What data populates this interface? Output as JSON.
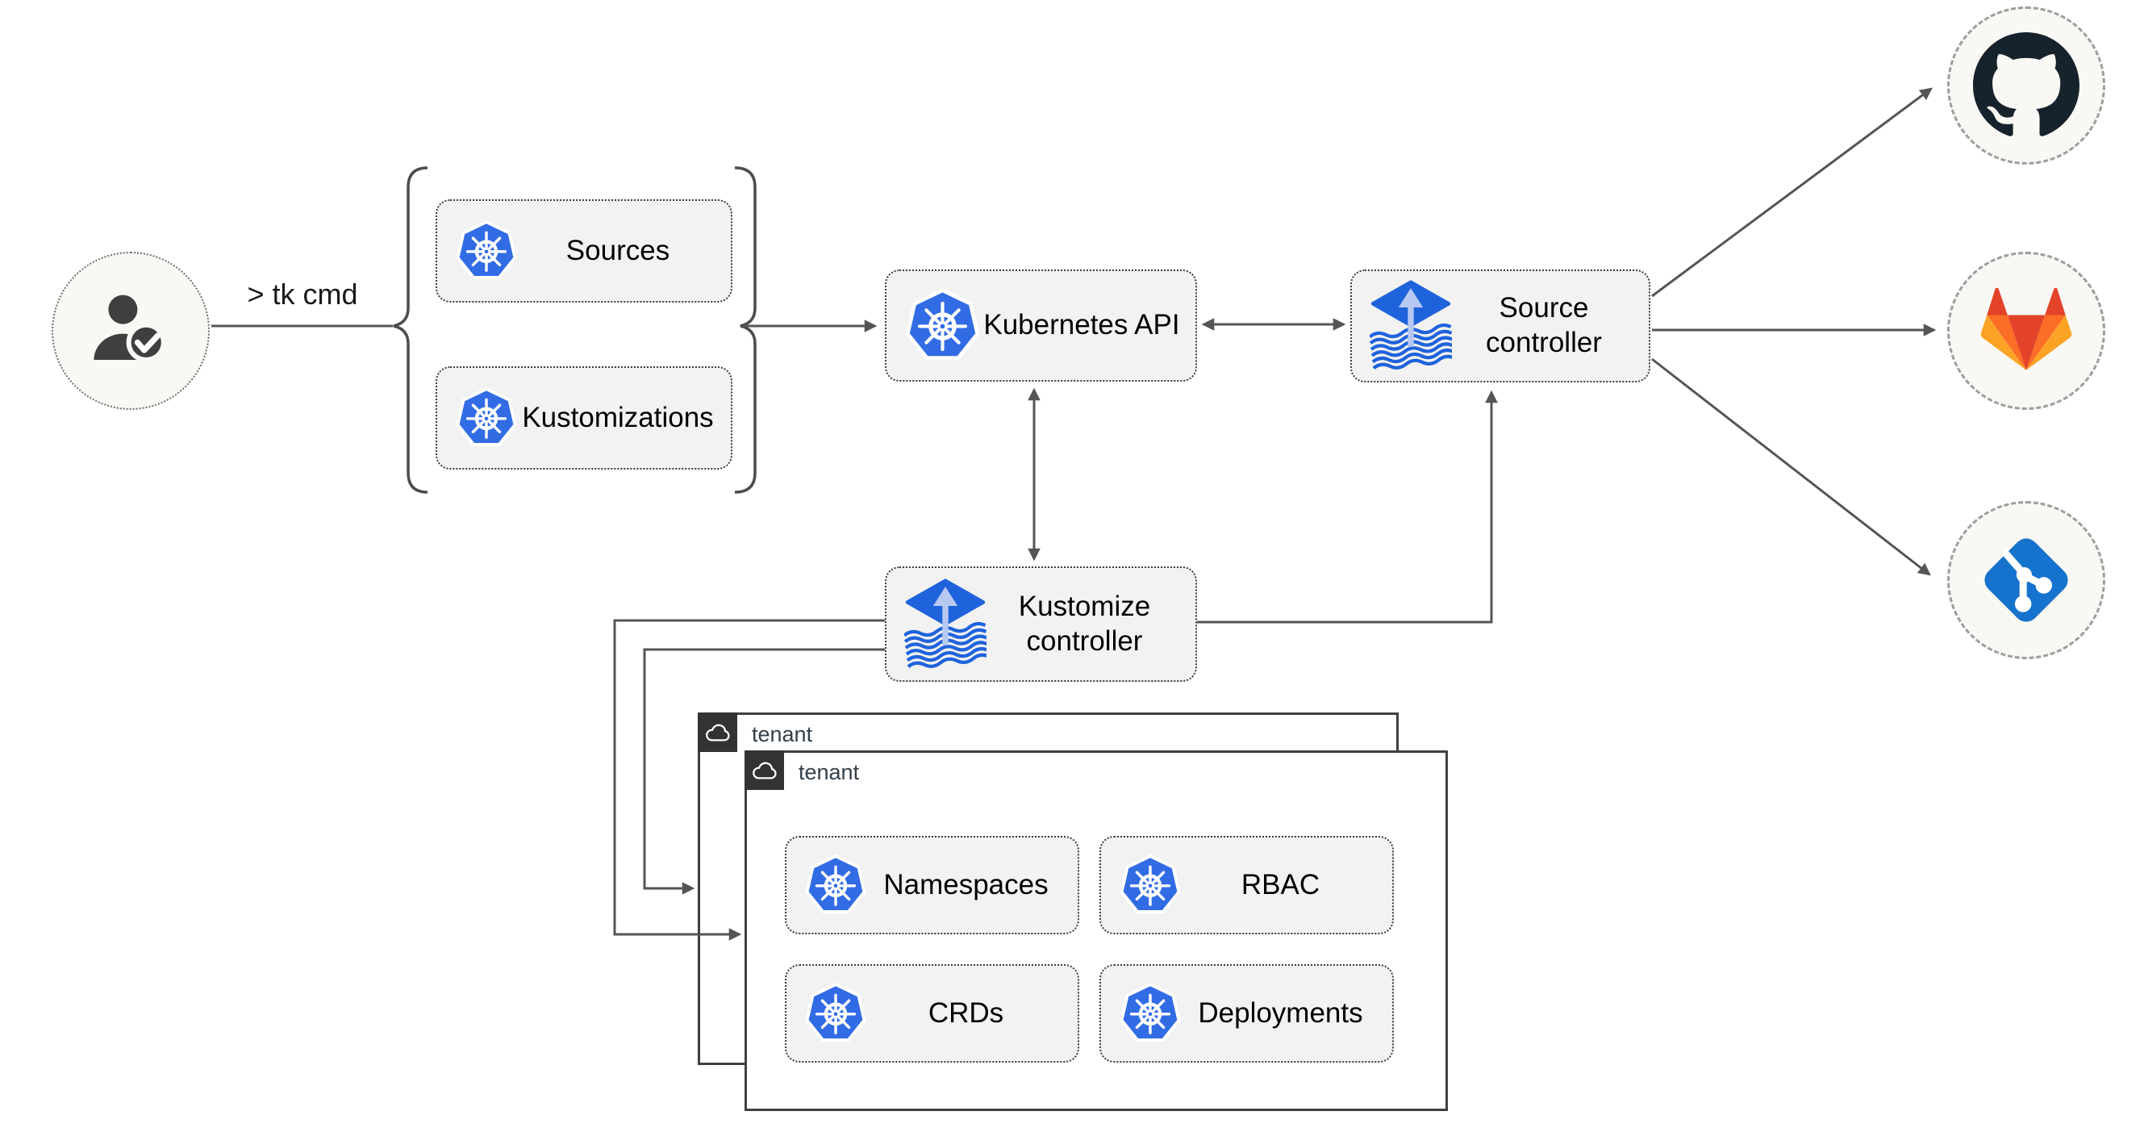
{
  "user": {
    "command_label": "> tk cmd"
  },
  "bracket_group": {
    "items": [
      {
        "label": "Sources"
      },
      {
        "label": "Kustomizations"
      }
    ]
  },
  "nodes": {
    "kubernetes_api": {
      "label": "Kubernetes API"
    },
    "source_controller": {
      "label": "Source controller"
    },
    "kustomize_controller": {
      "label": "Kustomize controller"
    }
  },
  "repositories": [
    {
      "icon": "github-icon"
    },
    {
      "icon": "gitlab-icon"
    },
    {
      "icon": "git-icon"
    }
  ],
  "tenants": [
    {
      "label": "tenant"
    },
    {
      "label": "tenant",
      "resources": [
        {
          "label": "Namespaces"
        },
        {
          "label": "RBAC"
        },
        {
          "label": "CRDs"
        },
        {
          "label": "Deployments"
        }
      ]
    }
  ],
  "icons": {
    "user": "user-check-icon",
    "cloud": "cloud-icon",
    "kubernetes": "kubernetes-icon",
    "flux": "flux-icon",
    "github": "github-icon",
    "gitlab": "gitlab-icon",
    "git": "git-icon"
  },
  "colors": {
    "kubernetes_blue": "#326ce5",
    "flux_blue": "#1f63dc",
    "flux_arrow": "#b7c9f2",
    "github_dark": "#16222c",
    "gitlab_red": "#e24329",
    "gitlab_orange": "#fc6d26",
    "gitlab_amber": "#fca326",
    "git_blue": "#1673cd",
    "line_gray": "#555555",
    "node_fill": "#f2f2f2",
    "circle_fill": "#faf8f4",
    "tenant_tab": "#333333"
  }
}
